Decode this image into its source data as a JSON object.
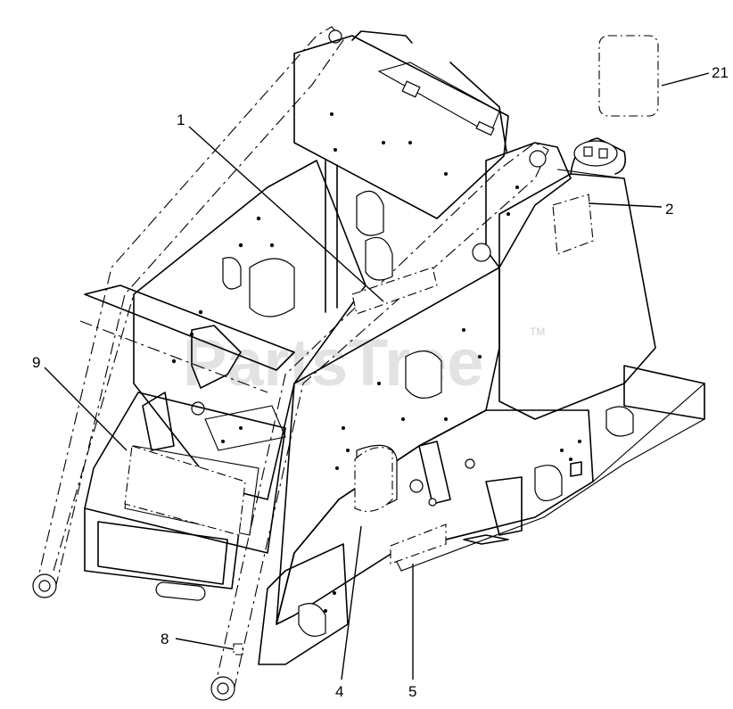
{
  "watermark": {
    "text": "PartsTree",
    "trademark": "TM"
  },
  "callouts": {
    "c1": "1",
    "c2": "2",
    "c4": "4",
    "c5": "5",
    "c8": "8",
    "c9": "9",
    "c21": "21"
  }
}
